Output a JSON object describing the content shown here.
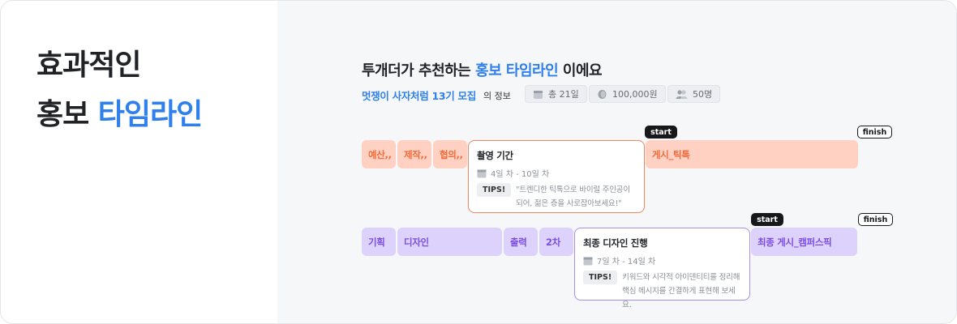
{
  "hero": {
    "line1": "효과적인",
    "line2_plain": "홍보 ",
    "line2_accent": "타임라인"
  },
  "header": {
    "title_prefix": "투개더가 추천하는 ",
    "title_accent": "홍보 타임라인",
    "title_suffix": " 이에요",
    "sub_accent": "멋쟁이 사자처럼 13기 모집",
    "sub_suffix": "의 정보",
    "chips": [
      {
        "icon": "calendar-icon",
        "label": "총 21일"
      },
      {
        "icon": "coin-icon",
        "label": "100,000원"
      },
      {
        "icon": "people-icon",
        "label": "50명"
      }
    ]
  },
  "timeline1": {
    "segments": [
      "예산,,",
      "제작,,",
      "협의,,",
      "게시_틱톡"
    ],
    "popup": {
      "title": "촬영 기간",
      "date": "4일 차 - 10일 차",
      "tips": "TIPS!",
      "text": "\"트렌디한 틱톡으로 바이럴 주인공이 되어, 젊은 층을 사로잡아보세요!\""
    },
    "start_tag": "start",
    "finish_tag": "finish"
  },
  "timeline2": {
    "segments": [
      "기획",
      "디자인",
      "출력",
      "2차",
      "최종 게시_캠퍼스픽"
    ],
    "popup": {
      "title": "최종 디자인 진행",
      "date": "7일 차 - 14일 차",
      "tips": "TIPS!",
      "text": "키워드와 시각적 아이덴티티를 정리해 핵심 메시지를 간결하게 표현해 보세요."
    },
    "start_tag": "start",
    "finish_tag": "finish"
  },
  "colors": {
    "accent": "#2f80ed",
    "orange_bg": "#ffd1c3",
    "orange_text": "#f26b3a",
    "purple_bg": "#ddd2fb",
    "purple_text": "#7d4fe0"
  }
}
